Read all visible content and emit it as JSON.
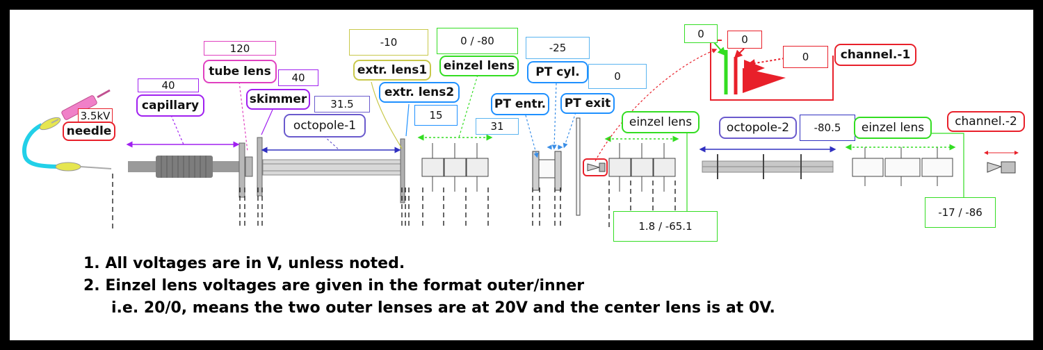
{
  "labels": {
    "needle": "needle",
    "capillary": "capillary",
    "tube_lens": "tube lens",
    "skimmer": "skimmer",
    "octopole_1": "octopole-1",
    "extr_lens1": "extr. lens1",
    "extr_lens2": "extr. lens2",
    "einzel_lens_1": "einzel lens",
    "pt_cyl": "PT cyl.",
    "pt_entr": "PT entr.",
    "pt_exit": "PT exit",
    "einzel_lens_2": "einzel lens",
    "octopole_2": "octopole-2",
    "einzel_lens_3": "einzel lens",
    "channel_1": "channel.-1",
    "channel_2": "channel.-2"
  },
  "voltages": {
    "needle": "3.5kV",
    "capillary": "40",
    "tube_lens": "120",
    "skimmer": "40",
    "octopole_1": "31.5",
    "extr_lens1": "-10",
    "extr_lens2": "15",
    "einzel_lens_1_outer_inner": "0 / -80",
    "einzel_lens_1_extra": "31",
    "pt_cyl": "-25",
    "pt_exit": "0",
    "einzel_lens_2": "1.8 / -65.1",
    "octopole_2": "-80.5",
    "einzel_lens_3": "-17 / -86",
    "channel_1_a": "0",
    "channel_1_b": "0",
    "channel_1_c": "0"
  },
  "notes": {
    "line1": "1. All voltages are in V, unless noted.",
    "line2": "2. Einzel lens voltages are given in the format outer/inner",
    "line3": "i.e. 20/0, means the two outer lenses are at 20V and the center lens is at 0V."
  },
  "colors": {
    "purple": "#a020f0",
    "magenta": "#e040c0",
    "green": "#33dd22",
    "blue_label": "#1e90ff",
    "light_blue_box": "#5ab4f0",
    "octopole_blue": "#6a5acd",
    "yellow_olive": "#c8c84a",
    "red": "#e8202a",
    "dark_blue": "#3030c0"
  }
}
